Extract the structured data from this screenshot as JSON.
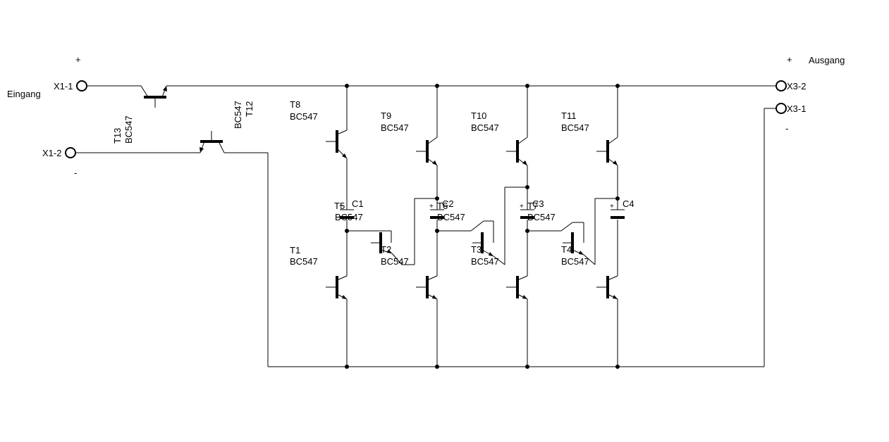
{
  "labels": {
    "input": "Eingang",
    "output": "Ausgang",
    "plus": "+",
    "minus": "-"
  },
  "terminals": {
    "x1_1": "X1-1",
    "x1_2": "X1-2",
    "x3_2": "X3-2",
    "x3_1": "X3-1"
  },
  "parts": {
    "t13": "T13",
    "t12": "T12",
    "t8": "T8",
    "t9": "T9",
    "t10": "T10",
    "t11": "T11",
    "t1": "T1",
    "t2": "T2",
    "t3": "T3",
    "t4": "T4",
    "t5": "T5",
    "t6": "T6",
    "t7": "T7",
    "c1": "C1",
    "c2": "C2",
    "c3": "C3",
    "c4": "C4",
    "type": "BC547"
  }
}
